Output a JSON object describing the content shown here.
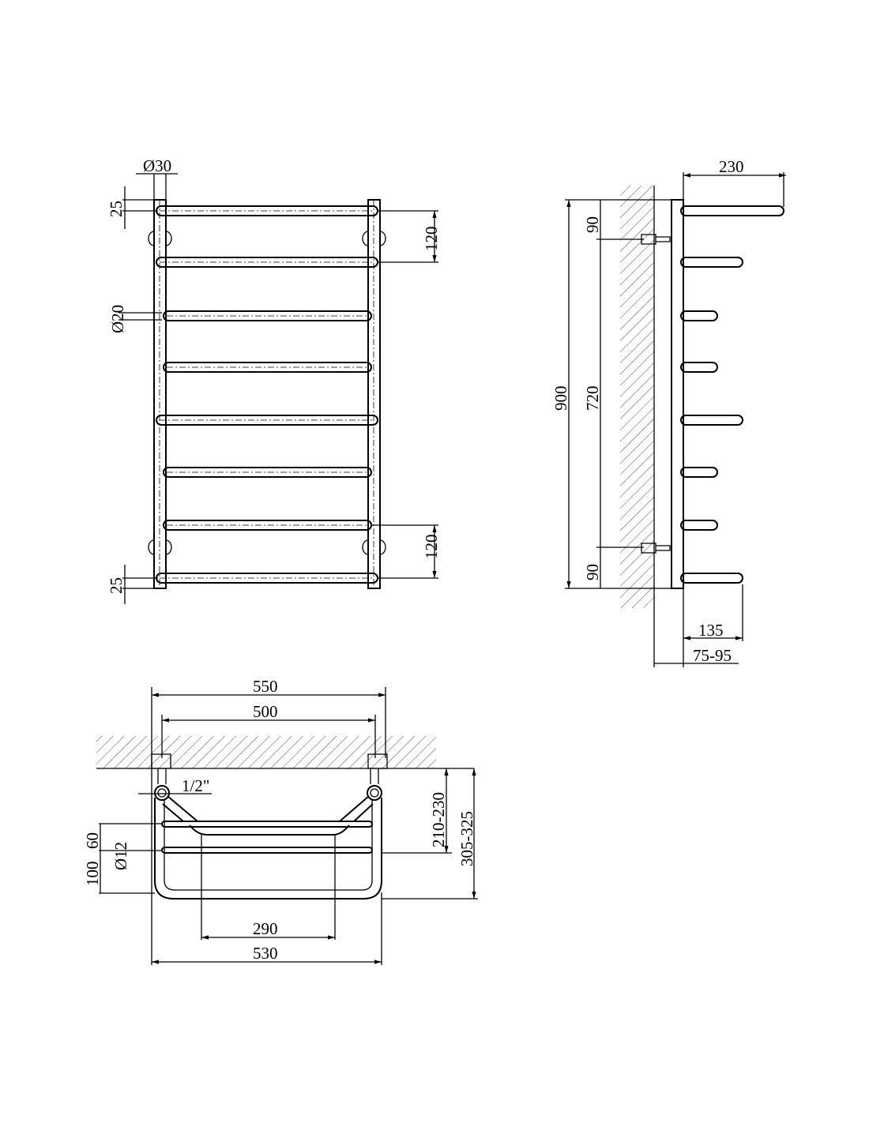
{
  "front_view": {
    "dia_post": "Ø30",
    "dia_bar": "Ø20",
    "top_offset": "25",
    "bottom_offset": "25",
    "top_spacing": "120",
    "bottom_spacing": "120"
  },
  "side_view": {
    "width_top": "230",
    "height_total": "900",
    "connection_distance": "720",
    "top_offset": "90",
    "bottom_offset": "90",
    "depth_short": "135",
    "wall_distance": "75-95"
  },
  "top_view": {
    "width_total": "550",
    "connection_width": "500",
    "shelf_width": "530",
    "inner_width": "290",
    "connection_thread": "1/2\"",
    "bar_dia": "Ø12",
    "spacing_60": "60",
    "spacing_100": "100",
    "depth_range_1": "210-230",
    "depth_range_2": "305-325"
  }
}
